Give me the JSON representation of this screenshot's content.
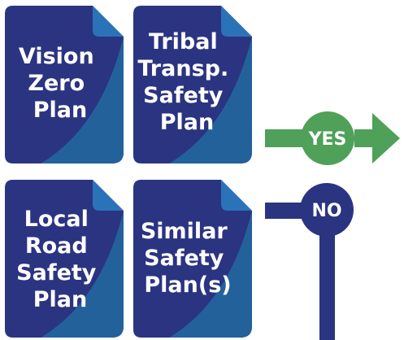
{
  "documents": [
    {
      "lines": [
        "Vision",
        "Zero",
        "Plan"
      ]
    },
    {
      "lines": [
        "Tribal",
        "Transp.",
        "Safety",
        "Plan"
      ]
    },
    {
      "lines": [
        "Local",
        "Road",
        "Safety",
        "Plan"
      ]
    },
    {
      "lines": [
        "Similar",
        "Safety",
        "Plan(s)"
      ]
    }
  ],
  "decision": {
    "yes_label": "YES",
    "no_label": "NO"
  },
  "colors": {
    "doc_fill": "#2b3481",
    "doc_wave": "#23619b",
    "doc_fold": "#2a73b8",
    "yes_green": "#4fa058",
    "no_navy": "#2b3481",
    "text": "#ffffff"
  }
}
